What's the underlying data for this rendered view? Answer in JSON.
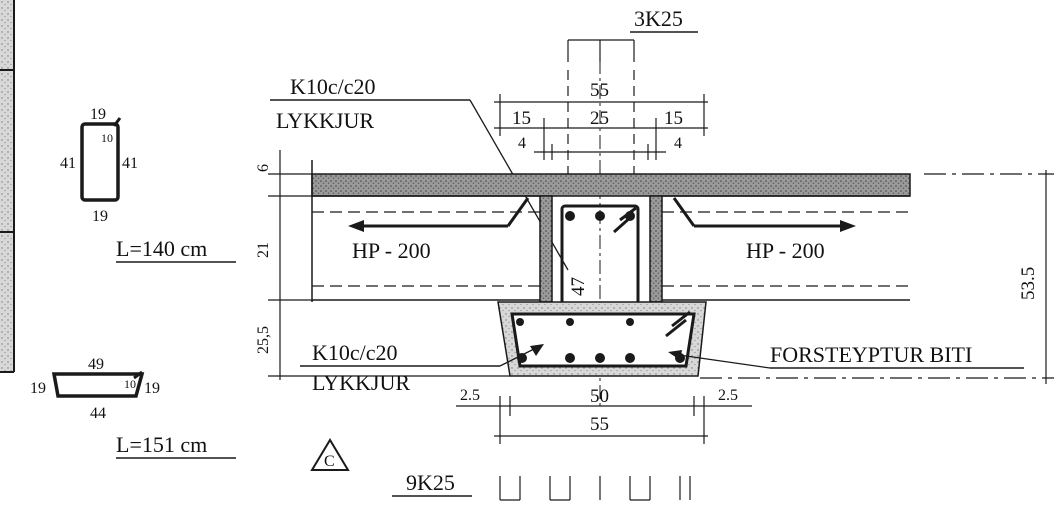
{
  "stirrup_1": {
    "top": "19",
    "hook": "10",
    "left": "41",
    "right": "41",
    "bottom": "19",
    "length": "L=140 cm"
  },
  "stirrup_2": {
    "top": "49",
    "hook": "10",
    "left": "19",
    "right": "19",
    "bottom": "44",
    "length": "L=151 cm"
  },
  "section": {
    "top_bars": "3K25",
    "top_dims": {
      "overall": "55",
      "middle": "25",
      "left": "15",
      "right": "15",
      "left_small": "4",
      "right_small": "4"
    },
    "stirrup_top_label": "K10c/c20",
    "stirrup_top_word": "LYKKJUR",
    "slab_left": "HP - 200",
    "slab_right": "HP - 200",
    "left_dims": {
      "slab": "6",
      "hp": "21",
      "beam": "25,5"
    },
    "right_height": "53.5",
    "web_height": "47",
    "stirrup_bottom_label": "K10c/c20",
    "stirrup_bottom_word": "LYKKJUR",
    "precast_label": "FORSTEYPTUR BITI",
    "bottom_dims": {
      "left_edge": "2.5",
      "inner": "50",
      "right_edge": "2.5",
      "overall": "55"
    },
    "bottom_bars": "9K25",
    "section_mark": "C"
  }
}
